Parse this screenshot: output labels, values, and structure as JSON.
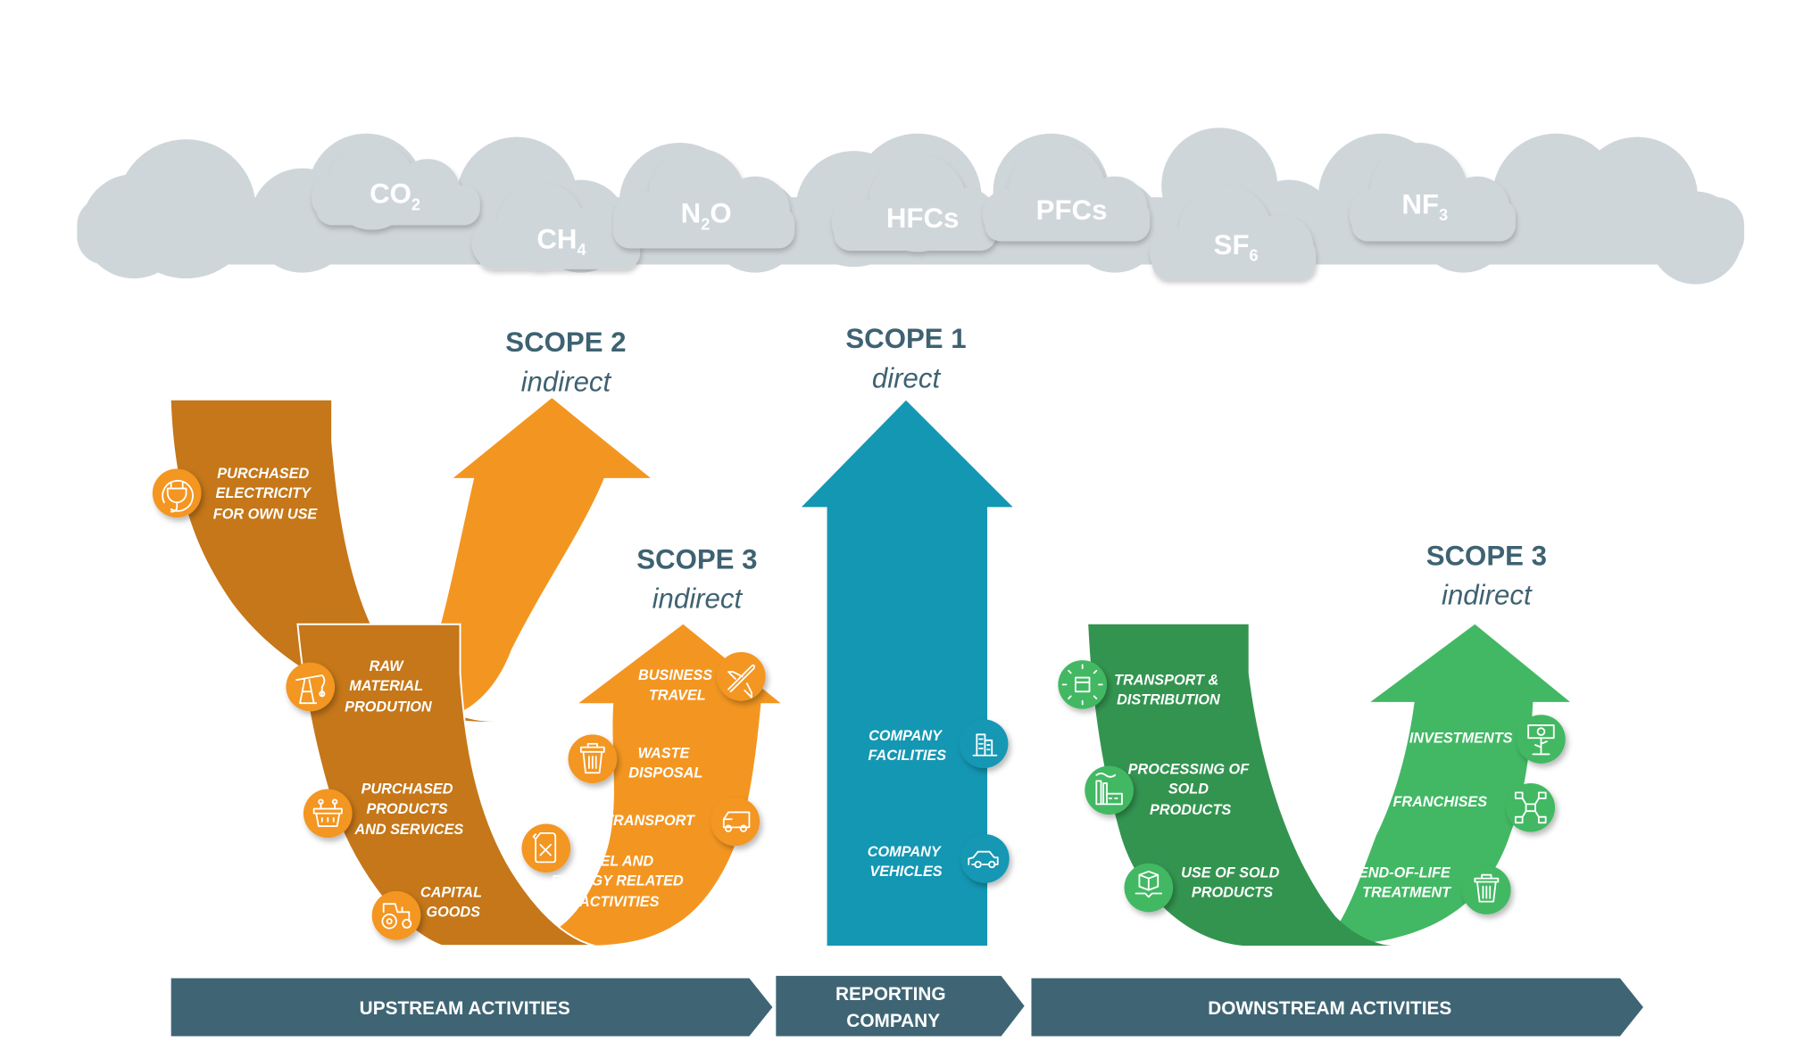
{
  "colors": {
    "cloud": "#cfd6da",
    "heading": "#3e6272",
    "upstream_dark": "#c57719",
    "upstream_light": "#f39621",
    "scope1": "#1497b3",
    "downstream_dark": "#339450",
    "downstream_light": "#42b864",
    "bottom_bar": "#3f6574"
  },
  "gases": [
    {
      "base": "CO",
      "sub": "2"
    },
    {
      "base": "CH",
      "sub": "4"
    },
    {
      "base": "N",
      "sub": "2",
      "tail": "O"
    },
    {
      "base": "HFCs"
    },
    {
      "base": "PFCs"
    },
    {
      "base": "SF",
      "sub": "6"
    },
    {
      "base": "NF",
      "sub": "3"
    }
  ],
  "scopes": {
    "scope2": {
      "title": "SCOPE 2",
      "subtitle": "indirect"
    },
    "scope1": {
      "title": "SCOPE 1",
      "subtitle": "direct"
    },
    "scope3_upstream": {
      "title": "SCOPE 3",
      "subtitle": "indirect"
    },
    "scope3_downstream": {
      "title": "SCOPE 3",
      "subtitle": "indirect"
    }
  },
  "upstream": {
    "purchased_electricity": {
      "icon": "plug-icon",
      "lines": [
        "PURCHASED",
        "ELECTRICITY",
        "FOR OWN USE"
      ]
    },
    "raw_material": {
      "icon": "oil-pump-icon",
      "lines": [
        "RAW",
        "MATERIAL",
        "PRODUTION"
      ]
    },
    "purchased_products": {
      "icon": "basket-icon",
      "lines": [
        "PURCHASED",
        "PRODUCTS",
        "AND SERVICES"
      ]
    },
    "capital_goods": {
      "icon": "tractor-icon",
      "lines": [
        "CAPITAL",
        "GOODS"
      ]
    },
    "business_travel": {
      "icon": "airplane-icon",
      "lines": [
        "BUSINESS",
        "TRAVEL"
      ]
    },
    "waste_disposal": {
      "icon": "trash-icon",
      "lines": [
        "WASTE",
        "DISPOSAL"
      ]
    },
    "transport": {
      "icon": "truck-icon",
      "lines": [
        "TRANSPORT"
      ]
    },
    "fuel_energy": {
      "icon": "jerrycan-icon",
      "lines": [
        "FUEL AND",
        "ENERGY RELATED",
        "ACTIVITIES"
      ]
    }
  },
  "company": {
    "facilities": {
      "icon": "buildings-icon",
      "lines": [
        "COMPANY",
        "FACILITIES"
      ]
    },
    "vehicles": {
      "icon": "car-icon",
      "lines": [
        "COMPANY",
        "VEHICLES"
      ]
    }
  },
  "downstream": {
    "transport_distribution": {
      "icon": "distribution-box-icon",
      "lines": [
        "TRANSPORT &",
        "DISTRIBUTION"
      ]
    },
    "processing": {
      "icon": "factory-icon",
      "lines": [
        "PROCESSING OF",
        "SOLD",
        "PRODUCTS"
      ]
    },
    "use_of_sold": {
      "icon": "box-hand-icon",
      "lines": [
        "USE OF SOLD",
        "PRODUCTS"
      ]
    },
    "investments": {
      "icon": "money-plant-icon",
      "lines": [
        "INVESTMENTS"
      ]
    },
    "franchises": {
      "icon": "network-stores-icon",
      "lines": [
        "FRANCHISES"
      ]
    },
    "end_of_life": {
      "icon": "trash-icon",
      "lines": [
        "END-OF-LIFE",
        "TREATMENT"
      ]
    }
  },
  "bottom_bar": {
    "upstream": "UPSTREAM ACTIVITIES",
    "reporting": [
      "REPORTING",
      "COMPANY"
    ],
    "downstream": "DOWNSTREAM ACTIVITIES"
  }
}
